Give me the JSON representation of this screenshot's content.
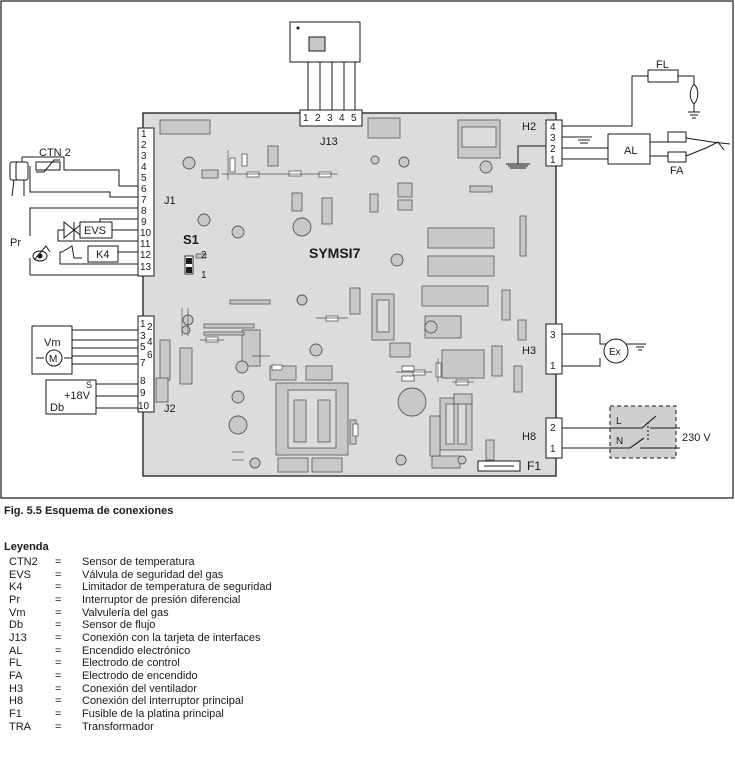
{
  "board": {
    "name": "SYMSI7"
  },
  "labels": {
    "ctn2": "CTN 2",
    "j1": "J1",
    "j2": "J2",
    "j13": "J13",
    "h2": "H2",
    "h3": "H3",
    "h8": "H8",
    "f1": "F1",
    "s1": "S1",
    "s1_pos_2": "2",
    "s1_pos_1": "1",
    "evs": "EVS",
    "k4": "K4",
    "pr": "Pr",
    "vm": "Vm",
    "m": "M",
    "plus18v": "+18V",
    "s": "S",
    "db": "Db",
    "fl": "FL",
    "fa": "FA",
    "al": "AL",
    "ex": "Ex",
    "l": "L",
    "n": "N",
    "v230": "230 V"
  },
  "j1_pins": [
    "1",
    "2",
    "3",
    "4",
    "5",
    "6",
    "7",
    "8",
    "9",
    "10",
    "11",
    "12",
    "13"
  ],
  "j2_pins_left": [
    "1",
    "3",
    "5",
    "7",
    "8",
    "9",
    "10"
  ],
  "j2_pins_right": [
    "2",
    "4",
    "6"
  ],
  "j13_pins": [
    "1",
    "2",
    "3",
    "4",
    "5"
  ],
  "h2_pins": [
    "4",
    "3",
    "2",
    "1"
  ],
  "h3_pins": [
    "3",
    "1"
  ],
  "h8_pins": [
    "2",
    "1"
  ],
  "caption": "Fig. 5.5 Esquema de conexiones",
  "legend": {
    "title": "Leyenda",
    "items": [
      {
        "abbr": "CTN2",
        "eq": "=",
        "desc": "Sensor de temperatura"
      },
      {
        "abbr": "EVS",
        "eq": "=",
        "desc": "Válvula de seguridad del gas"
      },
      {
        "abbr": "K4",
        "eq": "=",
        "desc": "Limitador de temperatura de seguridad"
      },
      {
        "abbr": "Pr",
        "eq": "=",
        "desc": "Interruptor de presión diferencial"
      },
      {
        "abbr": "Vm",
        "eq": "=",
        "desc": "Valvulería del gas"
      },
      {
        "abbr": "Db",
        "eq": "=",
        "desc": "Sensor de flujo"
      },
      {
        "abbr": "J13",
        "eq": "=",
        "desc": "Conexión con la tarjeta de interfaces"
      },
      {
        "abbr": "AL",
        "eq": "=",
        "desc": "Encendido electrónico"
      },
      {
        "abbr": "FL",
        "eq": "=",
        "desc": "Electrodo de control"
      },
      {
        "abbr": "FA",
        "eq": "=",
        "desc": "Electrodo de encendido"
      },
      {
        "abbr": "H3",
        "eq": "=",
        "desc": "Conexión del ventilador"
      },
      {
        "abbr": "H8",
        "eq": "=",
        "desc": "Conexión del interruptor principal"
      },
      {
        "abbr": "F1",
        "eq": "=",
        "desc": "Fusible de la platina principal"
      },
      {
        "abbr": "TRA",
        "eq": "=",
        "desc": "Transformador"
      }
    ]
  },
  "colors": {
    "board": "#dcdcdc",
    "line": "#1a1a1a",
    "component": "#c4c4c4",
    "switch_box": "#cfcfcf"
  }
}
